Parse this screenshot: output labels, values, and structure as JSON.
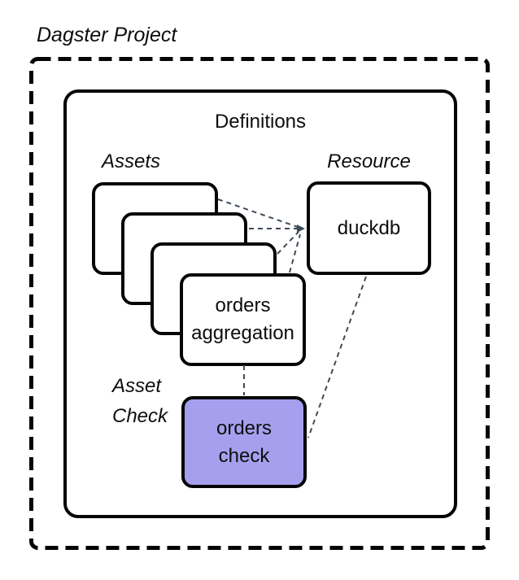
{
  "title": "Dagster Project",
  "definitions": {
    "label": "Definitions"
  },
  "assets": {
    "group_label": "Assets",
    "stack_count": 4,
    "front_card": {
      "line1": "orders",
      "line2": "aggregation"
    }
  },
  "resource": {
    "group_label": "Resource",
    "card_label": "duckdb"
  },
  "asset_check": {
    "group_label_line1": "Asset",
    "group_label_line2": "Check",
    "card": {
      "line1": "orders",
      "line2": "check"
    }
  },
  "edges": [
    {
      "from": "asset-card-1",
      "to": "duckdb",
      "style": "dashed-arrow"
    },
    {
      "from": "asset-card-2",
      "to": "duckdb",
      "style": "dashed-arrow"
    },
    {
      "from": "asset-card-3",
      "to": "duckdb",
      "style": "dashed-arrow"
    },
    {
      "from": "orders-aggregation-card",
      "to": "duckdb",
      "style": "dashed-arrow"
    },
    {
      "from": "duckdb",
      "to": "orders-check-card",
      "style": "dashed"
    },
    {
      "from": "orders-aggregation-card",
      "to": "orders-check-card",
      "style": "dashed"
    }
  ],
  "colors": {
    "box_border": "#050505",
    "connector": "#3f4a5a",
    "asset_check_fill": "#a5a0ee",
    "card_fill": "#ffffff",
    "canvas_bg": "#ffffff"
  }
}
